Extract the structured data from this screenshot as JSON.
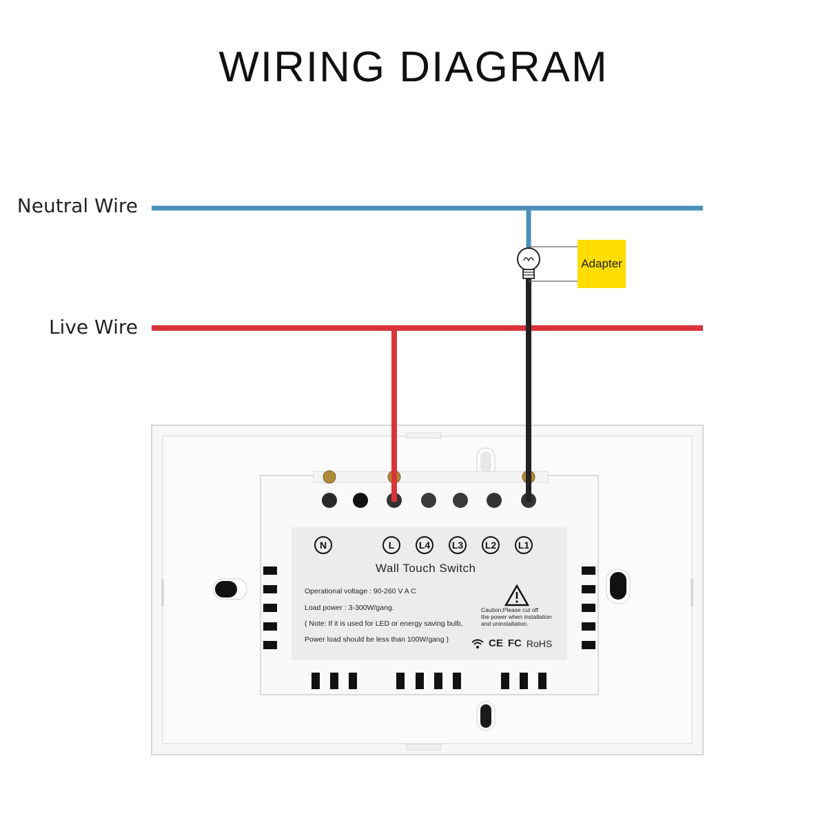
{
  "title": "WIRING DIAGRAM",
  "wires": {
    "neutral_label": "Neutral Wire",
    "live_label": "Live Wire",
    "neutral_color": "#4a90b8",
    "live_color": "#d9343a",
    "load_color": "#222222"
  },
  "adapter": {
    "label": "Adapter",
    "color": "#ffdd00",
    "icon": "light-bulb-icon"
  },
  "switch": {
    "terminals": [
      "N",
      "L",
      "L4",
      "L3",
      "L2",
      "L1"
    ],
    "name": "Wall Touch Switch",
    "voltage": "Operational voltage : 90-260 V A C",
    "load": "Load power : 3-300W/gang.",
    "note_line1": "( Note: If it is used for LED or energy saving bulb,",
    "note_line2": "Power load should be less than 100W/gang )",
    "caution_line1": "Caution:Please cut off",
    "caution_line2": "the power when installation",
    "caution_line3": "and uninstallation.",
    "cert_ce": "CE",
    "cert_fc": "FC",
    "cert_rohs": "RoHS"
  }
}
